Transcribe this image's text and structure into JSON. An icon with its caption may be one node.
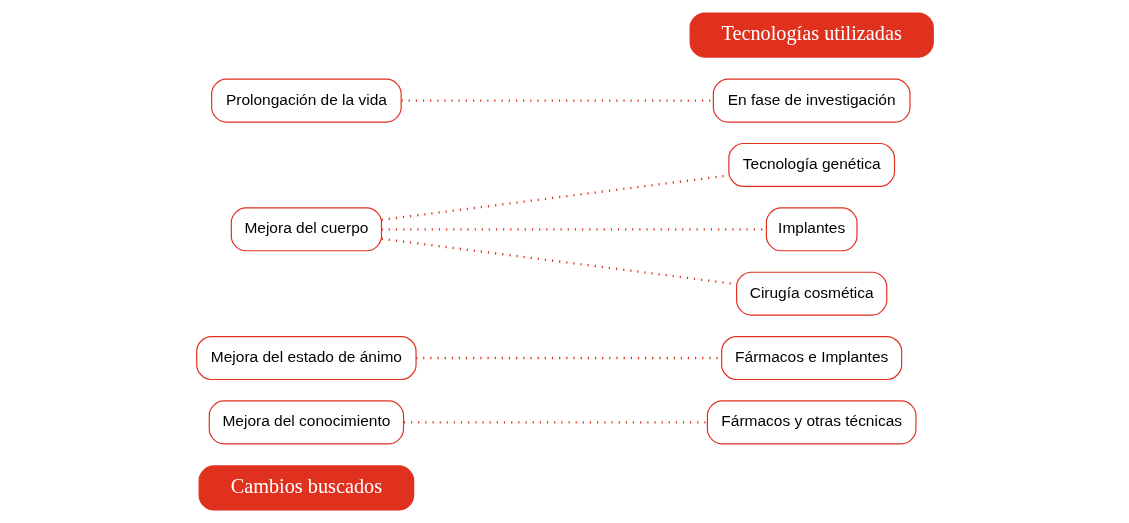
{
  "diagram": {
    "nodes": [
      {
        "text": [
          "Cambios buscados"
        ]
      },
      {
        "text": [
          "Tecnologías utilizadas"
        ]
      },
      {
        "text": [
          "Mejora del conocimiento"
        ]
      },
      {
        "text": [
          "Fármacos y otras técnicas"
        ]
      },
      {
        "text": [
          "Mejora del estado de ánimo"
        ]
      },
      {
        "text": [
          "Fármacos e Implantes"
        ]
      },
      {
        "text": [
          "Tecnología genética"
        ]
      },
      {
        "text": [
          "Mejora del cuerpo"
        ]
      },
      {
        "text": [
          "Implantes"
        ]
      },
      {
        "text": [
          "Cirugía cosmética"
        ]
      },
      {
        "text": [
          "Prolongación de la vida"
        ]
      },
      {
        "text": [
          "En fase de investigación"
        ]
      }
    ],
    "edges": [
      {
        "from": 2,
        "to": 3,
        "arrow": "none",
        "style": "dashed"
      },
      {
        "from": 4,
        "to": 5,
        "arrow": "none",
        "style": "dashed"
      },
      {
        "from": 7,
        "to": 6,
        "arrow": "none",
        "style": "dashed"
      },
      {
        "from": 7,
        "to": 8,
        "arrow": "none",
        "style": "dashed"
      },
      {
        "from": 7,
        "to": 9,
        "arrow": "none",
        "style": "dashed"
      },
      {
        "from": 10,
        "to": 11,
        "arrow": "none",
        "style": "dashed"
      }
    ]
  }
}
